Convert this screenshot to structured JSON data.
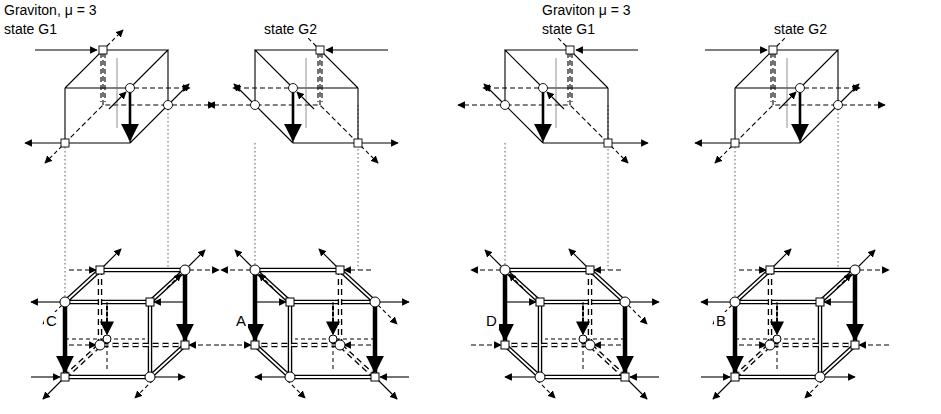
{
  "diagram": {
    "labels": [
      "Graviton, μ = 3",
      "state G1",
      "state G2",
      "Graviton μ = 3",
      "state G1",
      "state G2",
      "C",
      "A",
      "D",
      "B"
    ]
  }
}
